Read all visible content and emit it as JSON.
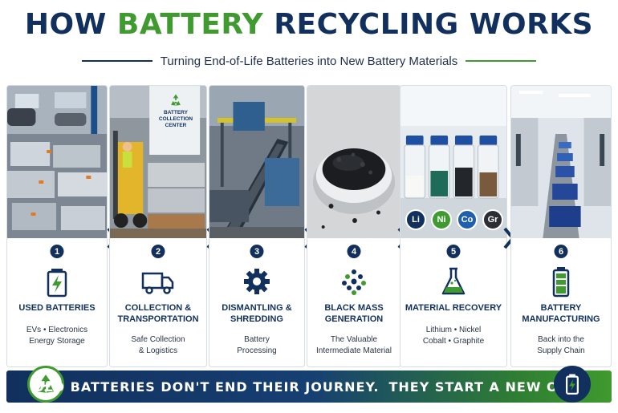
{
  "header": {
    "title_pre": "HOW ",
    "title_accent": "BATTERY",
    "title_post": " RECYCLING WORKS",
    "subtitle": "Turning End-of-Life Batteries into New Battery Materials"
  },
  "photo_text": {
    "collection_sign": [
      "BATTERY",
      "COLLECTION",
      "CENTER"
    ],
    "element_labels": [
      "Li",
      "Ni",
      "Co",
      "Gr"
    ]
  },
  "steps": [
    {
      "number": "1",
      "label_lines": [
        "USED BATTERIES"
      ],
      "desc_lines": [
        "EVs  •  Electronics",
        "Energy Storage"
      ],
      "icon": "battery-charge-icon"
    },
    {
      "number": "2",
      "label_lines": [
        "COLLECTION &",
        "TRANSPORTATION"
      ],
      "desc_lines": [
        "Safe Collection",
        "& Logistics"
      ],
      "icon": "truck-icon"
    },
    {
      "number": "3",
      "label_lines": [
        "DISMANTLING &",
        "SHREDDING"
      ],
      "desc_lines": [
        "Battery",
        "Processing"
      ],
      "icon": "gear-icon"
    },
    {
      "number": "4",
      "label_lines": [
        "BLACK MASS",
        "GENERATION"
      ],
      "desc_lines": [
        "The Valuable",
        "Intermediate Material"
      ],
      "icon": "particles-icon"
    },
    {
      "number": "5",
      "label_lines": [
        "MATERIAL RECOVERY"
      ],
      "desc_lines": [
        "Lithium  •  Nickel",
        "Cobalt  •  Graphite"
      ],
      "icon": "flask-icon"
    },
    {
      "number": "6",
      "label_lines": [
        "BATTERY",
        "MANUFACTURING"
      ],
      "desc_lines": [
        "Back into the",
        "Supply Chain"
      ],
      "icon": "battery-full-icon"
    }
  ],
  "banner": {
    "text_main": "OLD BATTERIES DON'T END THEIR JOURNEY.",
    "text_accent": "THEY START A NEW ONE."
  },
  "colors": {
    "navy": "#12305e",
    "green": "#3f9a2f"
  }
}
